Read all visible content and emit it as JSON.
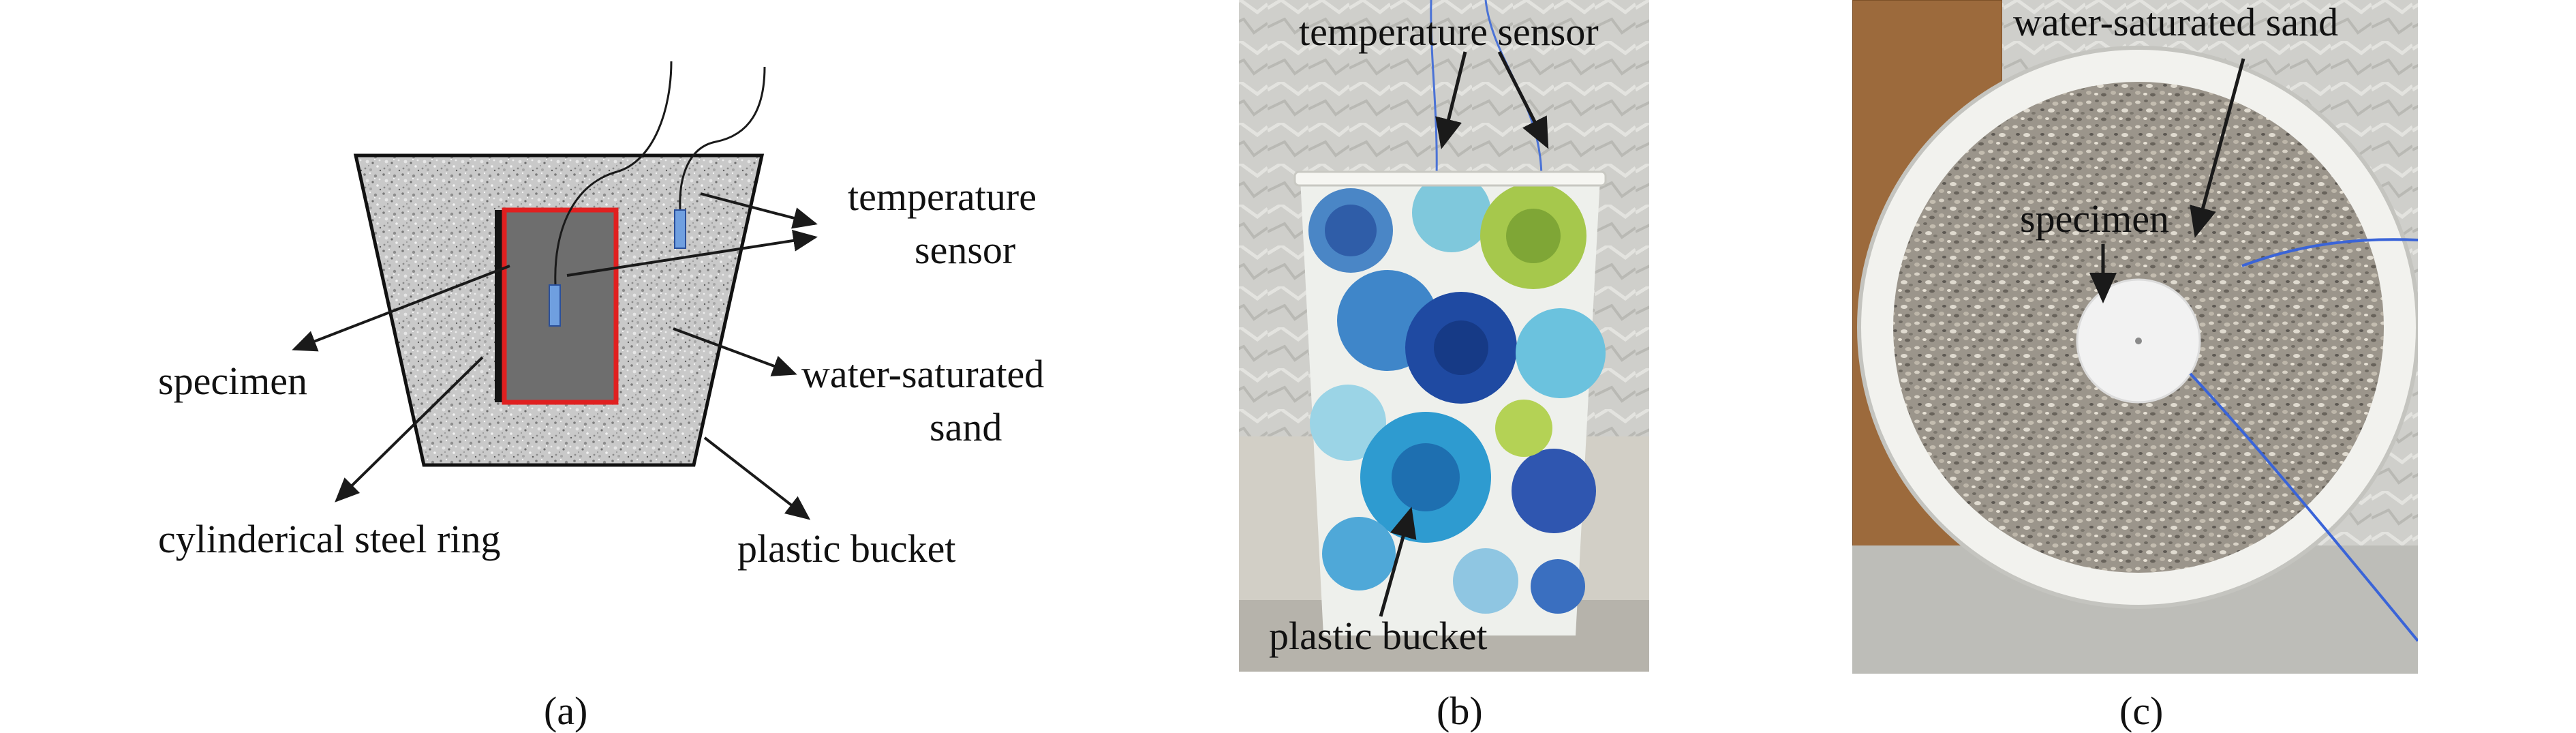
{
  "panels": {
    "a": {
      "caption": "(a)",
      "labels": {
        "temperature_sensor_line1": "temperature",
        "temperature_sensor_line2": "sensor",
        "specimen": "specimen",
        "water_saturated_line1": "water-saturated",
        "water_saturated_line2": "sand",
        "steel_ring": "cylinderical steel ring",
        "plastic_bucket": "plastic bucket"
      }
    },
    "b": {
      "caption": "(b)",
      "labels": {
        "temperature_sensor": "temperature sensor",
        "plastic_bucket": "plastic bucket"
      }
    },
    "c": {
      "caption": "(c)",
      "labels": {
        "water_saturated_sand": "water-saturated sand",
        "specimen": "specimen"
      }
    }
  },
  "colors": {
    "steel_ring": "#e02020",
    "sensor": "#6f9fe0",
    "specimen_fill": "#6e6e6e",
    "sand_fill": "#c8c8c8",
    "sensor_wire_photo": "#3a64d8"
  }
}
